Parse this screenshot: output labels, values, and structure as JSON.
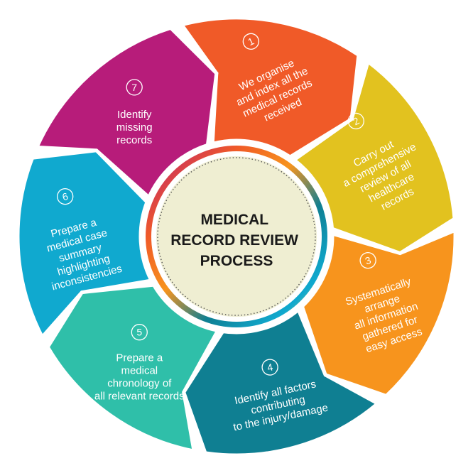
{
  "center": {
    "lines": [
      "MEDICAL",
      "RECORD REVIEW",
      "PROCESS"
    ],
    "fill": "#efeed2"
  },
  "steps": [
    {
      "number": "1",
      "color": "#f05a28",
      "lines": [
        "We organise",
        "and index all the",
        "medical records",
        "received"
      ]
    },
    {
      "number": "2",
      "color": "#e2c21f",
      "lines": [
        "Carry out",
        "a comprehensive",
        "review of all",
        "healthcare",
        "records"
      ]
    },
    {
      "number": "3",
      "color": "#f7941d",
      "lines": [
        "Systematically",
        "arrange",
        "all information",
        "gathered for",
        "easy access"
      ]
    },
    {
      "number": "4",
      "color": "#0f7f92",
      "lines": [
        "Identify all factors",
        "contributing",
        "to the injury/damage"
      ]
    },
    {
      "number": "5",
      "color": "#2fbfa9",
      "lines": [
        "Prepare a",
        "medical",
        "chronology of",
        "all relevant records"
      ]
    },
    {
      "number": "6",
      "color": "#10a9cf",
      "lines": [
        "Prepare a",
        "medical case",
        "summary",
        "highlighting",
        "inconsistencies"
      ]
    },
    {
      "number": "7",
      "color": "#b71c7a",
      "lines": [
        "Identify",
        "missing",
        "records"
      ]
    }
  ]
}
